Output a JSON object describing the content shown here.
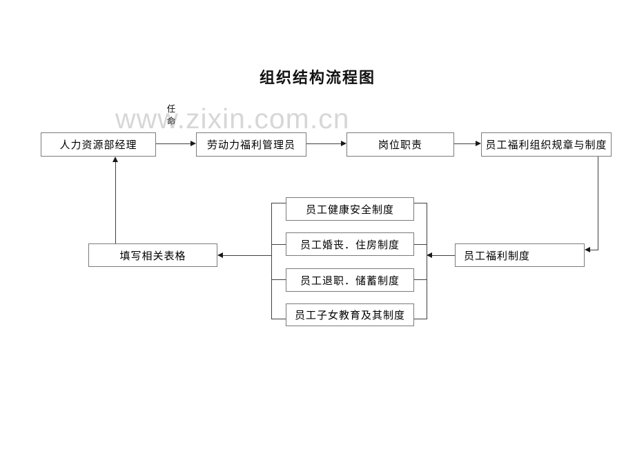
{
  "page": {
    "title": "组织结构流程图",
    "watermark": "www.zixin.com.cn"
  },
  "flowchart": {
    "nodes": [
      {
        "id": "hr-manager",
        "label": "人力资源部经理"
      },
      {
        "id": "welfare-admin",
        "label": "劳动力福利管理员"
      },
      {
        "id": "job-duties",
        "label": "岗位职责"
      },
      {
        "id": "org-rules",
        "label": "员工福利组织规章与制度"
      },
      {
        "id": "health-safety",
        "label": "员工健康安全制度"
      },
      {
        "id": "marriage-housing",
        "label": "员工婚丧．住房制度"
      },
      {
        "id": "retirement-savings",
        "label": "员工退职．储蓄制度"
      },
      {
        "id": "children-education",
        "label": "员工子女教育及其制度"
      },
      {
        "id": "fill-forms",
        "label": "填写相关表格"
      },
      {
        "id": "welfare-system",
        "label": "员工福利制度"
      }
    ],
    "edge_labels": {
      "appointment": "任命"
    }
  },
  "colors": {
    "line": "#3f3f3f",
    "box_border": "#7a7a7a",
    "watermark": "#d7d7d7",
    "text": "#000000"
  }
}
